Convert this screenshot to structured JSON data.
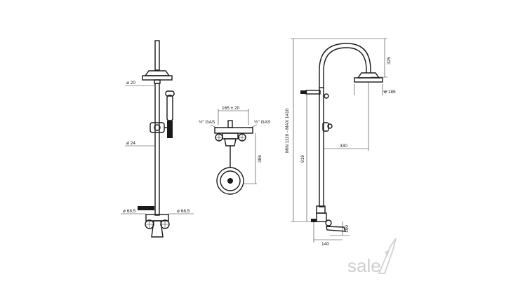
{
  "front_view": {
    "label_d20": "ø 20",
    "label_d24": "ø 24",
    "label_left_685": "ø 68,5",
    "label_right_685": "ø 68,5"
  },
  "side_view": {
    "label_165": "165 ± 20",
    "label_gas_left": "½\" GAS",
    "label_gas_right": "½\" GAS",
    "label_386": "386"
  },
  "profile_view": {
    "label_min_max": "MIN 1110 - MAX 1410",
    "label_325": "325",
    "label_185": "ø 185",
    "label_919": "919",
    "label_330": "330",
    "label_100": "100",
    "label_140": "140"
  },
  "watermark": {
    "text": "sale"
  }
}
